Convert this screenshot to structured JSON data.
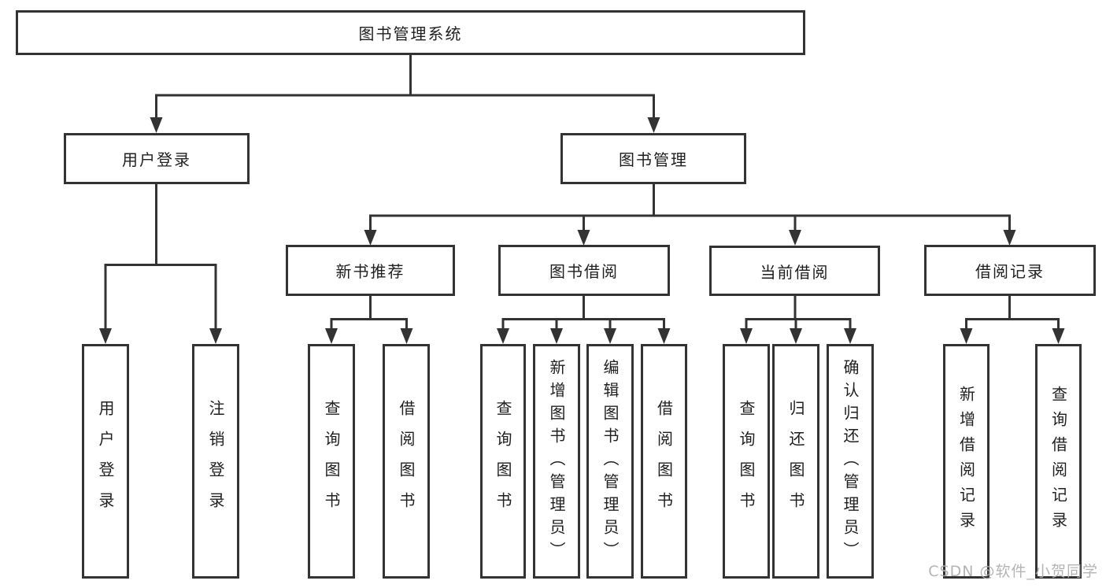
{
  "page": {
    "watermark": "CSDN @软件_小贺同学",
    "colors": {
      "line": "#333333",
      "text": "#1f1f1f",
      "watermark": "#aeaeae",
      "bg": "#ffffff"
    }
  },
  "tree": {
    "label": "图书管理系统",
    "children": [
      {
        "label": "用户登录",
        "children": [
          {
            "label": "用户登录"
          },
          {
            "label": "注销登录"
          }
        ]
      },
      {
        "label": "图书管理",
        "children": [
          {
            "label": "新书推荐",
            "children": [
              {
                "label": "查询图书"
              },
              {
                "label": "借阅图书"
              }
            ]
          },
          {
            "label": "图书借阅",
            "children": [
              {
                "label": "查询图书"
              },
              {
                "label": "新增图书（管理员）"
              },
              {
                "label": "编辑图书（管理员）"
              },
              {
                "label": "借阅图书"
              }
            ]
          },
          {
            "label": "当前借阅",
            "children": [
              {
                "label": "查询图书"
              },
              {
                "label": "归还图书"
              },
              {
                "label": "确认归还（管理员）"
              }
            ]
          },
          {
            "label": "借阅记录",
            "children": [
              {
                "label": "新增借阅记录"
              },
              {
                "label": "查询借阅记录"
              }
            ]
          }
        ]
      }
    ]
  }
}
